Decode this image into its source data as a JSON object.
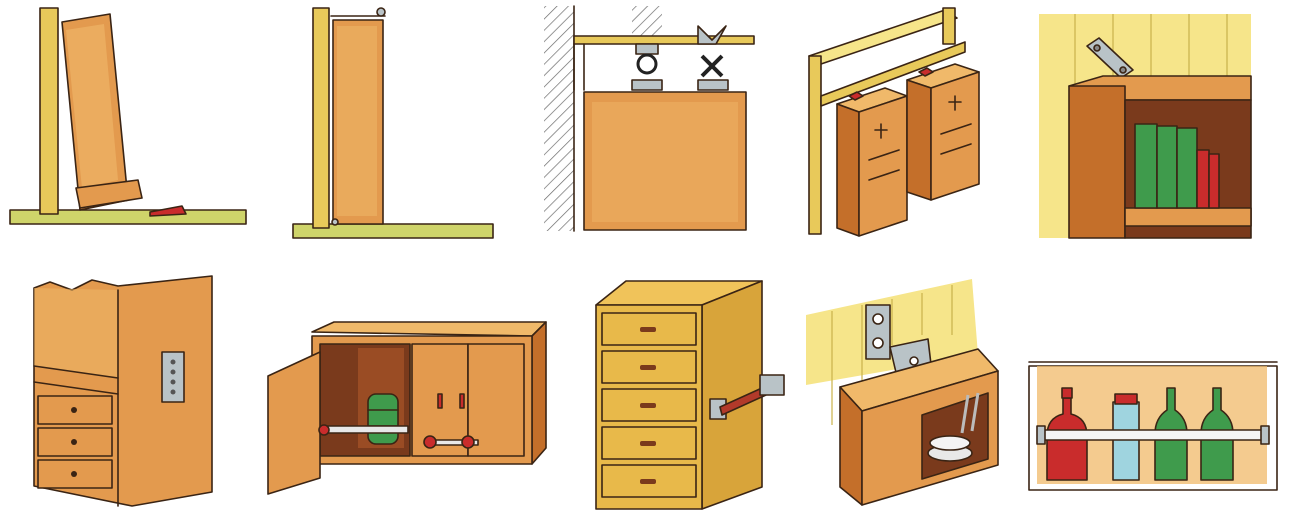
{
  "colors": {
    "wood": "#e39a4e",
    "wood_light": "#f0b96a",
    "wood_dark": "#c46f2a",
    "cabinet_yellow": "#e8b94a",
    "wall_yellow": "#f6e58a",
    "outline": "#3a2414",
    "metal": "#b9c3c7",
    "red": "#c92c2c",
    "green": "#3f9b4c",
    "bottle_blue": "#9fd4df",
    "floor": "#cfd46a",
    "hatch": "#6b6b6b"
  },
  "panels": [
    {
      "id": "door-stopper",
      "icon": "door-with-floor-wedge-icon"
    },
    {
      "id": "door-closed-against-frame",
      "icon": "door-closed-icon"
    },
    {
      "id": "sliding-cabinet-rollers",
      "icon": "ceiling-rail-rollers-icon"
    },
    {
      "id": "hanging-boxes-on-rail",
      "icon": "hanging-boxes-icon"
    },
    {
      "id": "wall-bracket-bookshelf",
      "icon": "bookshelf-bracket-icon"
    },
    {
      "id": "stacked-cabinet-plate",
      "icon": "stacked-cabinets-plate-icon"
    },
    {
      "id": "cabinet-bar-lock",
      "icon": "cupboard-bar-icon"
    },
    {
      "id": "drawer-unit-wall-strap",
      "icon": "drawer-strap-icon"
    },
    {
      "id": "corner-cabinet-bracket",
      "icon": "corner-bracket-cabinet-icon"
    },
    {
      "id": "bottle-rail-shelf",
      "icon": "bottle-shelf-rail-icon"
    }
  ]
}
